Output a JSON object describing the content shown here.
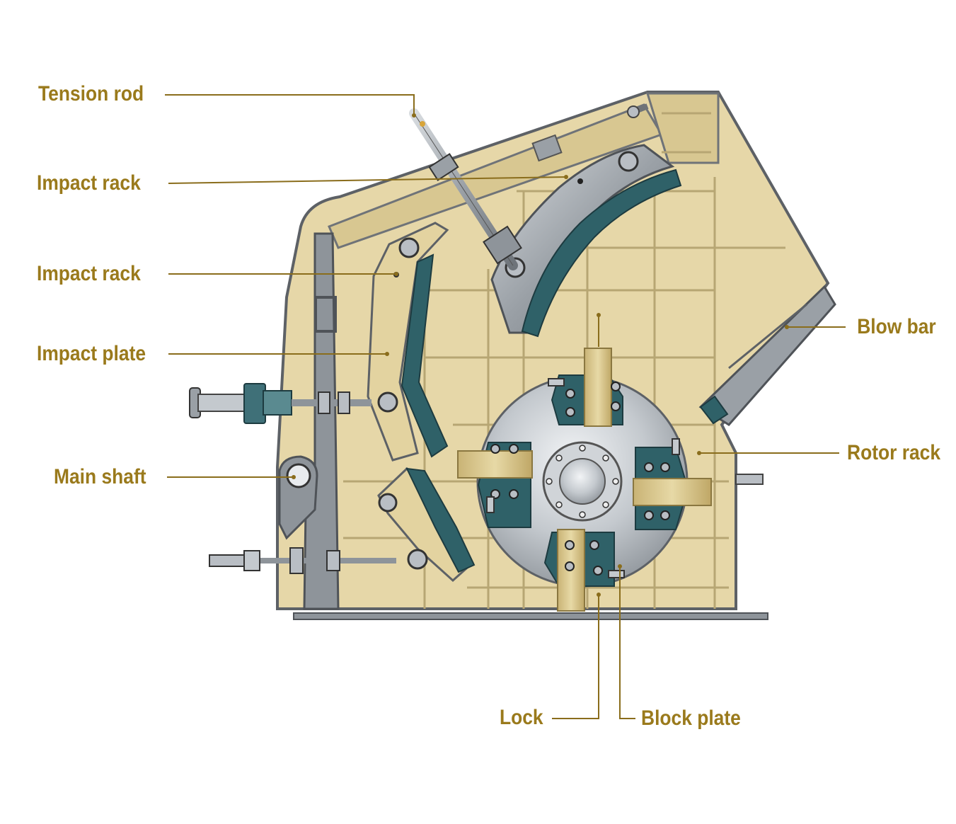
{
  "labels": {
    "tension_rod": "Tension rod",
    "impact_rack_upper": "Impact rack",
    "impact_rack_lower": "Impact rack",
    "impact_plate": "Impact plate",
    "main_shaft": "Main shaft",
    "blow_bar": "Blow bar",
    "rotor_rack": "Rotor rack",
    "lock": "Lock",
    "block_plate": "Block plate"
  },
  "colors": {
    "label_text": "#9a7a1c",
    "leader_line": "#8a6d1c",
    "housing_fill": "#e6d7a8",
    "housing_frame": "#6f7378",
    "steel": "#b9bec4",
    "liner_teal": "#2f6168",
    "brass_bar": "#d7c58e"
  }
}
